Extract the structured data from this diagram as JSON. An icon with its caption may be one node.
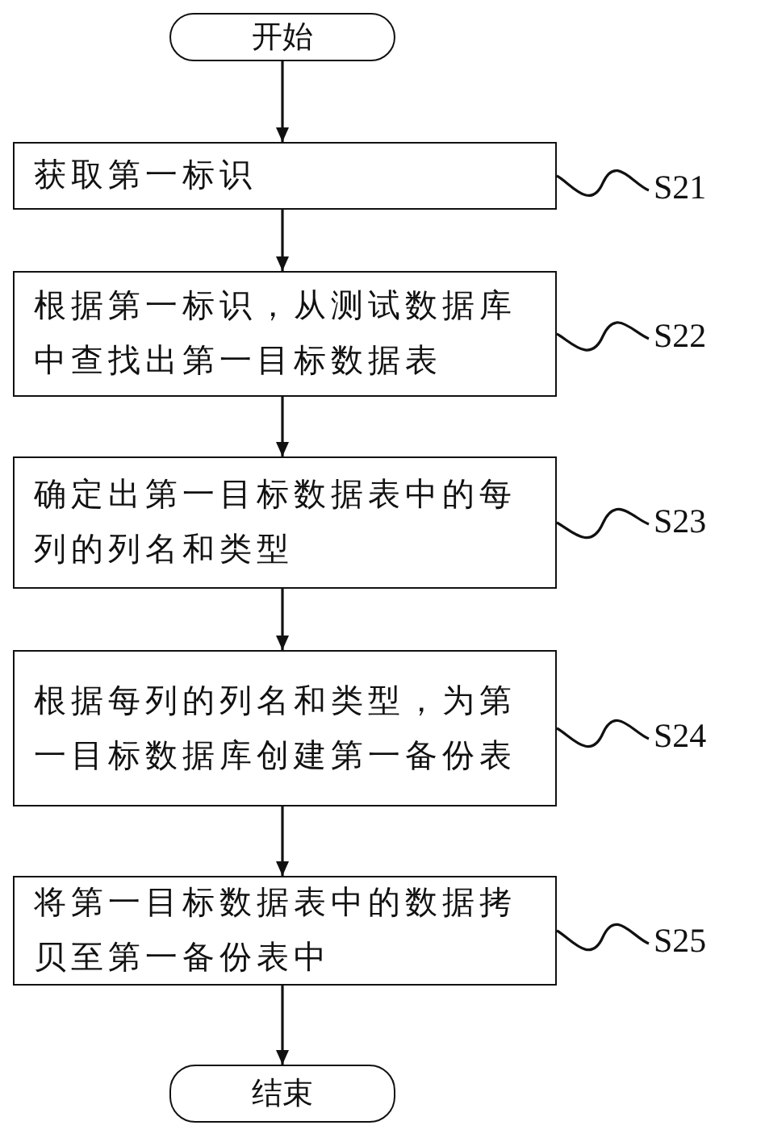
{
  "diagram": {
    "nodes": [
      {
        "text": [
          "开始"
        ]
      },
      {
        "text": [
          "获取第一标识"
        ]
      },
      {
        "text": [
          "根据第一标识，从测试数据库中查找出第一目标数据表"
        ]
      },
      {
        "text": [
          "确定出第一目标数据表中的每列的列名和类型"
        ]
      },
      {
        "text": [
          "根据每列的列名和类型，为第一目标数据库创建第一备份表"
        ]
      },
      {
        "text": [
          "将第一目标数据表中的数据拷贝至第一备份表中"
        ]
      },
      {
        "text": [
          "结束"
        ]
      },
      {
        "text": [
          "S21"
        ]
      },
      {
        "text": [
          "S22"
        ]
      },
      {
        "text": [
          "S23"
        ]
      },
      {
        "text": [
          "S24"
        ]
      },
      {
        "text": [
          "S25"
        ]
      }
    ],
    "edges": [
      {
        "from": 0,
        "to": 1,
        "arrow": "to"
      },
      {
        "from": 1,
        "to": 2,
        "arrow": "to"
      },
      {
        "from": 2,
        "to": 3,
        "arrow": "to"
      },
      {
        "from": 3,
        "to": 4,
        "arrow": "to"
      },
      {
        "from": 4,
        "to": 5,
        "arrow": "to"
      },
      {
        "from": 5,
        "to": 6,
        "arrow": "to"
      },
      {
        "from": 7,
        "to": 1,
        "arrow": "none"
      },
      {
        "from": 8,
        "to": 2,
        "arrow": "none"
      },
      {
        "from": 9,
        "to": 3,
        "arrow": "none"
      },
      {
        "from": 10,
        "to": 4,
        "arrow": "none"
      },
      {
        "from": 11,
        "to": 5,
        "arrow": "none"
      }
    ]
  }
}
